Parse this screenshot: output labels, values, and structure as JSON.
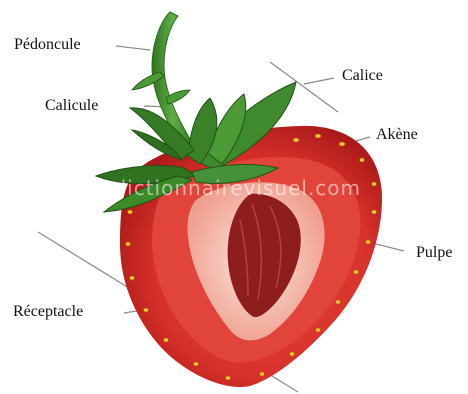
{
  "labels": {
    "pedoncule": "Pédoncule",
    "calice": "Calice",
    "calicule": "Calicule",
    "akene": "Akène",
    "pulpe": "Pulpe",
    "receptacle": "Réceptacle"
  },
  "watermark": "www.ledictionnairevisuel.com",
  "colors": {
    "flesh": "#d9342b",
    "flesh_dark": "#b01c1a",
    "core": "#f6cfc4",
    "cavity": "#8e1d1d",
    "leaf": "#3f8a2c",
    "leaf_dark": "#25601a",
    "stem": "#4d9a39",
    "leader": "#888888"
  }
}
